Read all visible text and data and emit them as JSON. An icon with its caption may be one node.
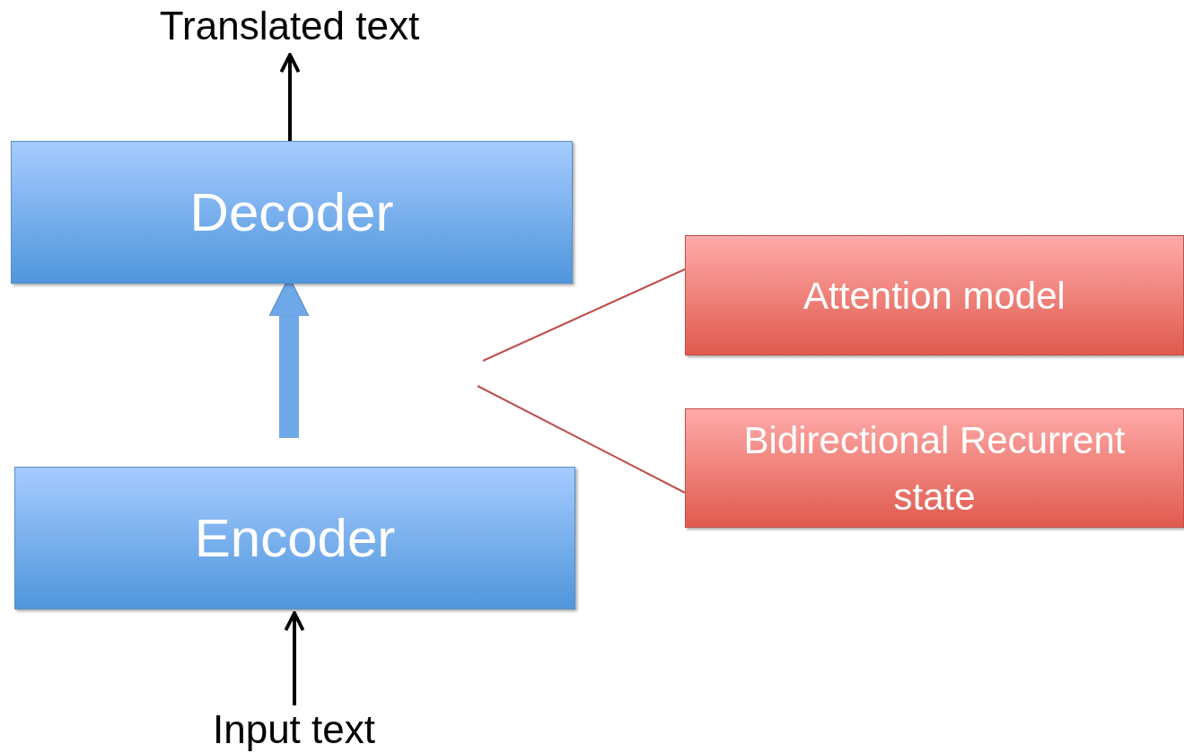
{
  "diagram": {
    "nodes": [
      {
        "text": [
          "Translated text"
        ]
      },
      {
        "text": [
          "Decoder"
        ]
      },
      {
        "text": [
          "Attention model"
        ]
      },
      {
        "text": [
          "Bidirectional Recurrent state"
        ]
      },
      {
        "text": [
          "Encoder"
        ]
      },
      {
        "text": [
          "Input text"
        ]
      }
    ],
    "edges": [
      {
        "from": 1,
        "to": 0,
        "arrow": "to"
      },
      {
        "from": 4,
        "to": 1,
        "arrow": "to",
        "style": "thick",
        "color": "#6fa8e8"
      },
      {
        "from": 5,
        "to": 4,
        "arrow": "to"
      },
      {
        "from": null,
        "to": 2,
        "arrow": "none",
        "color": "#c0504d"
      },
      {
        "from": null,
        "to": 3,
        "arrow": "none",
        "color": "#c0504d"
      }
    ]
  }
}
